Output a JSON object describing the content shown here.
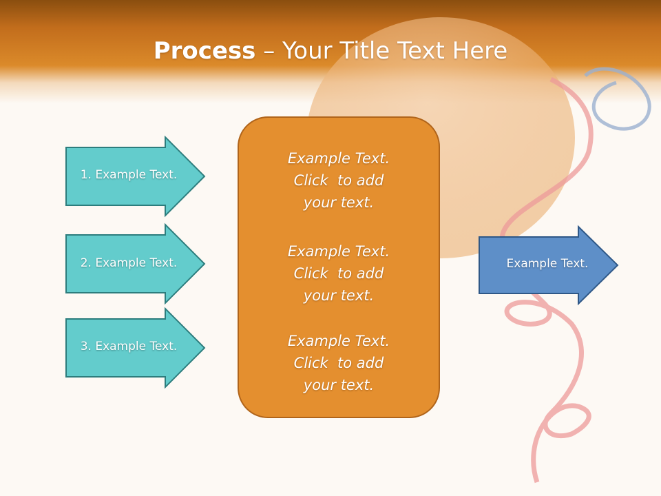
{
  "title": {
    "bold": "Process",
    "rest": " – Your Title Text Here"
  },
  "left_arrows": [
    {
      "label": "1. Example Text."
    },
    {
      "label": "2. Example Text."
    },
    {
      "label": "3. Example Text."
    }
  ],
  "center_blocks": [
    {
      "line1": "Example Text.",
      "line2": "Click  to add",
      "line3": "your text."
    },
    {
      "line1": "Example Text.",
      "line2": "Click  to add",
      "line3": "your text."
    },
    {
      "line1": "Example Text.",
      "line2": "Click  to add",
      "line3": "your text."
    }
  ],
  "right_arrow": {
    "label": "Example Text."
  },
  "colors": {
    "header": "#db8a2a",
    "left_arrow_fill": "#63cccc",
    "left_arrow_stroke": "#2d7d7d",
    "center_box_fill": "#e48f2f",
    "right_arrow_fill": "#5e8fc8",
    "right_arrow_stroke": "#2f5887"
  }
}
